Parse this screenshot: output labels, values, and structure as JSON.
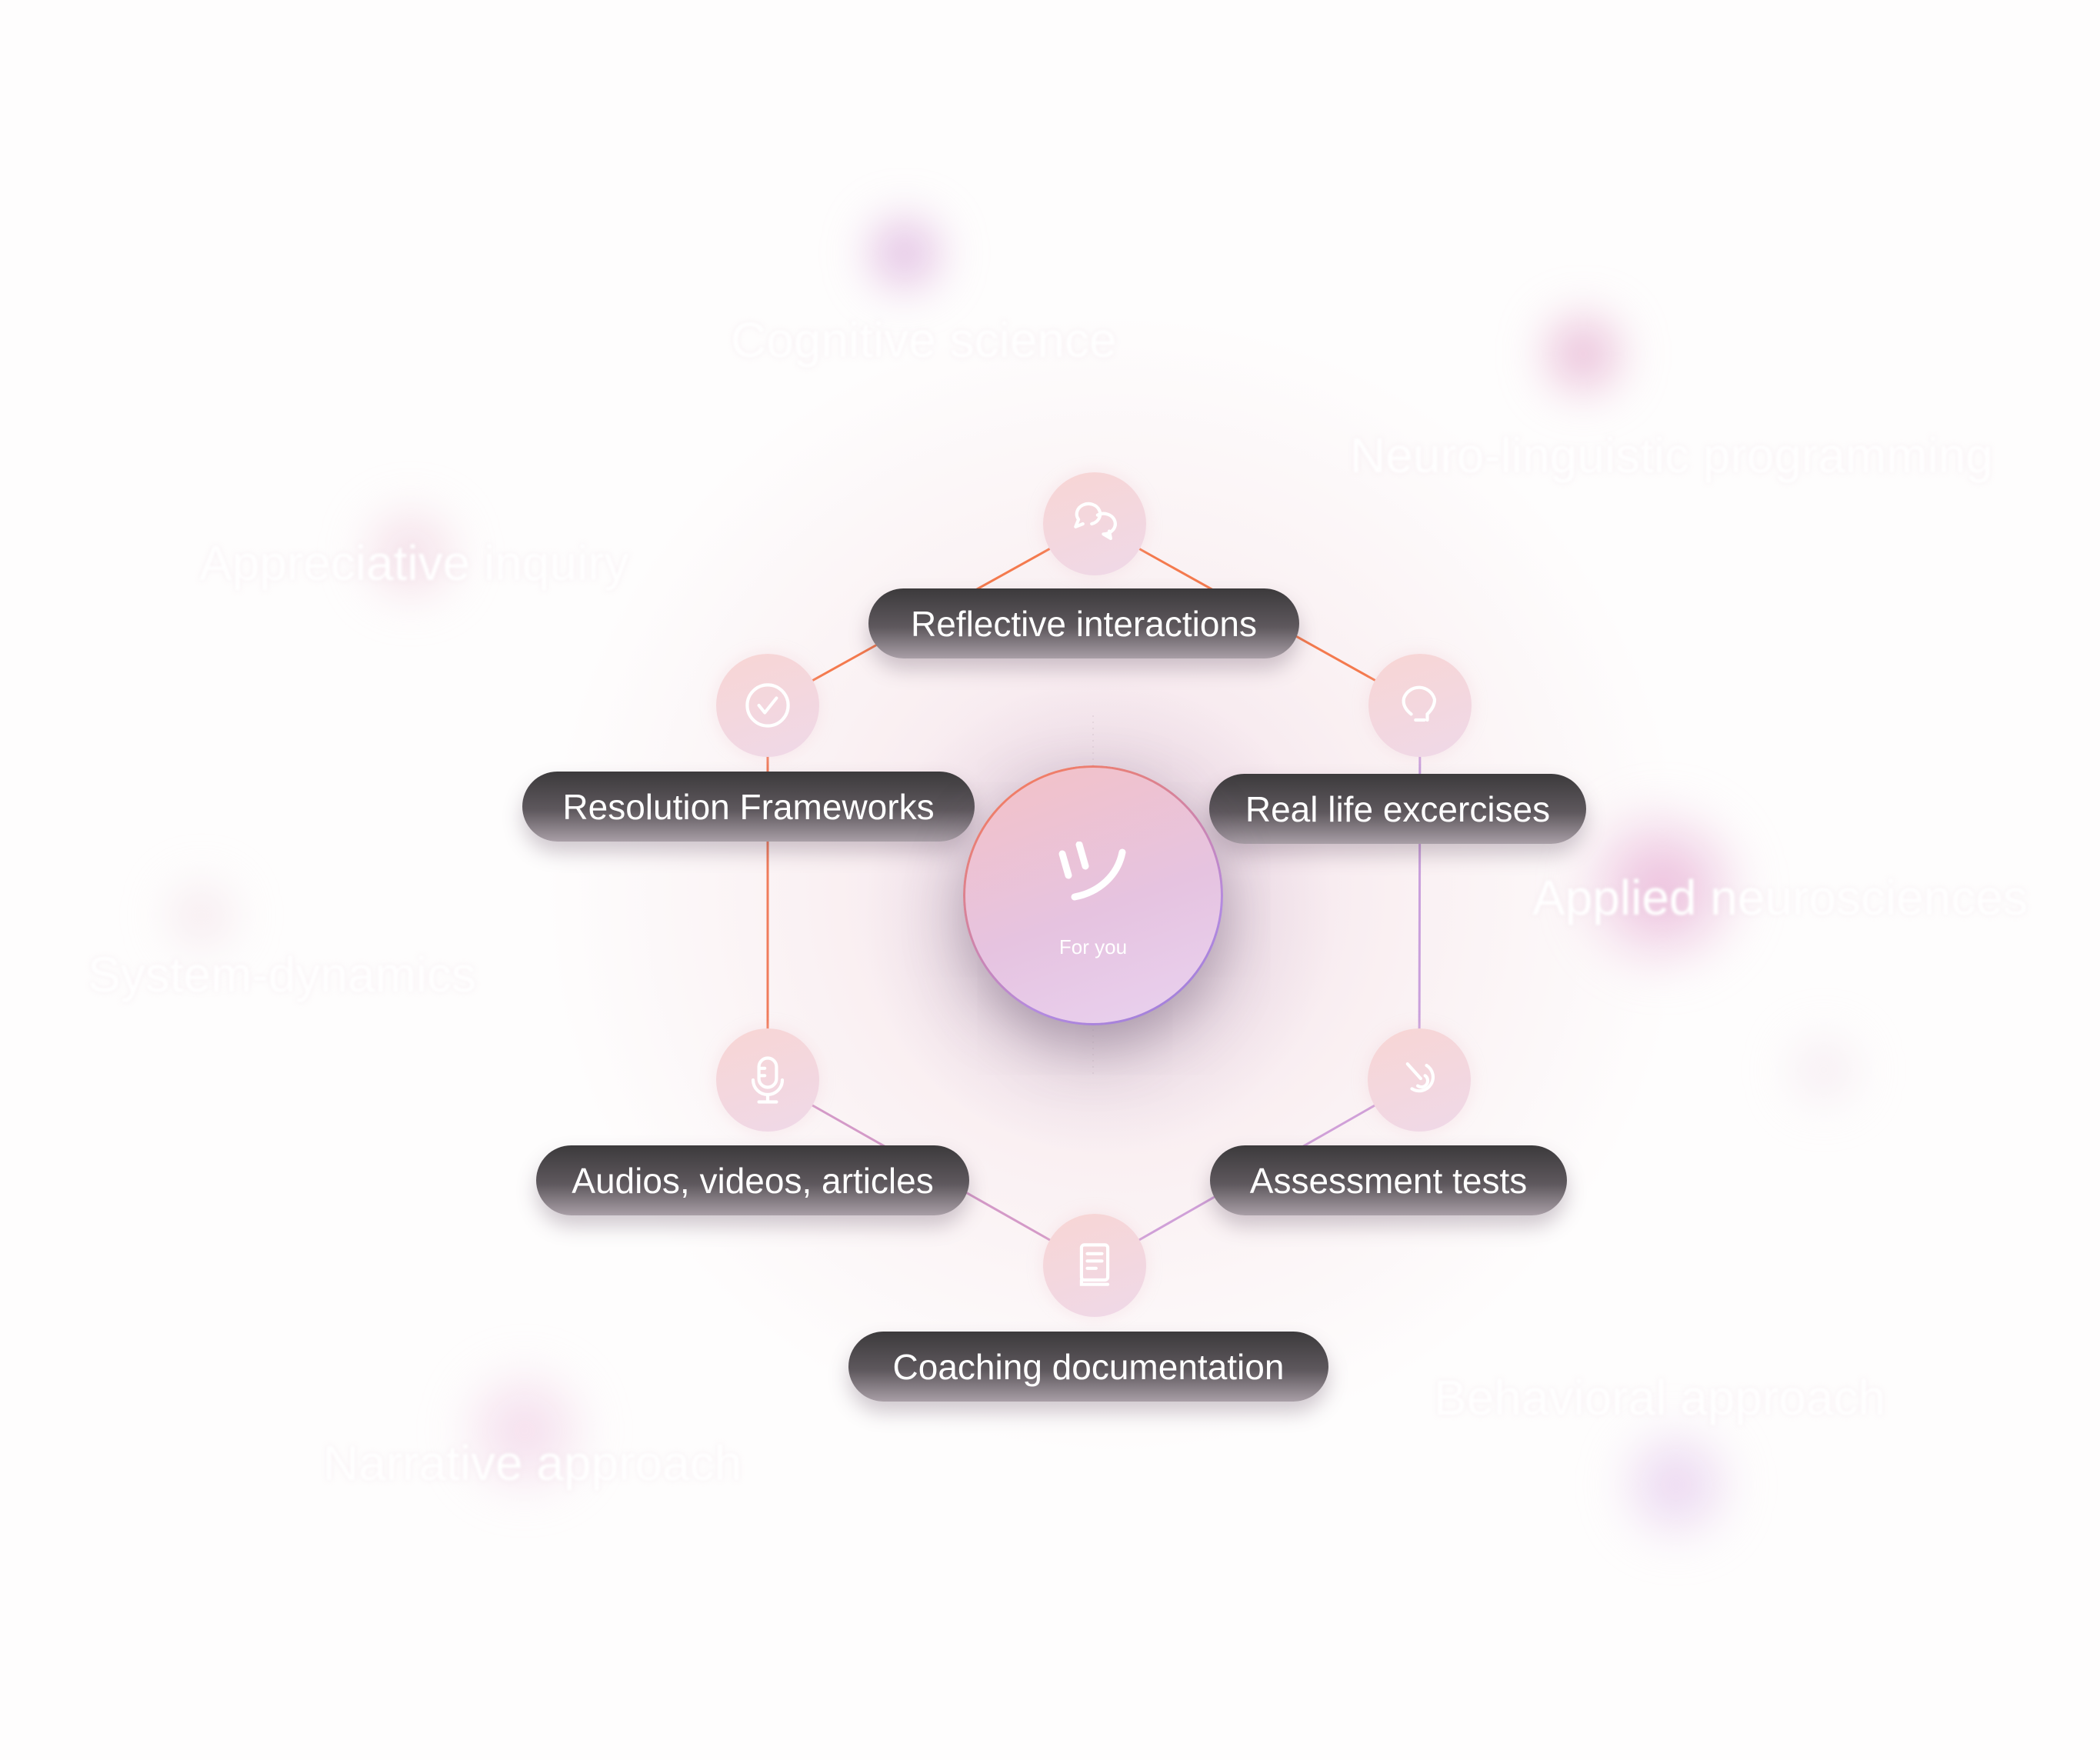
{
  "center": {
    "label": "For you",
    "icon": "smile-icon"
  },
  "nodes": [
    {
      "label": "Reflective interactions",
      "icon": "chat-bubbles-icon"
    },
    {
      "label": "Real life excercises",
      "icon": "lightbulb-icon"
    },
    {
      "label": "Assessment tests",
      "icon": "ear-icon"
    },
    {
      "label": "Coaching documentation",
      "icon": "book-icon"
    },
    {
      "label": "Audios, videos, articles",
      "icon": "microphone-icon"
    },
    {
      "label": "Resolution Frameworks",
      "icon": "check-circle-icon"
    }
  ],
  "background_topics": [
    "Cognitive science",
    "Neuro-linguistic programming",
    "Appreciative inquiry",
    "System-dynamics",
    "Applied neurosciences",
    "Narrative approach",
    "Behavioral approach"
  ],
  "colors": {
    "orange": "#f47a4e",
    "purple": "#c39ae0",
    "pill_dark": "#3c3a3c"
  }
}
